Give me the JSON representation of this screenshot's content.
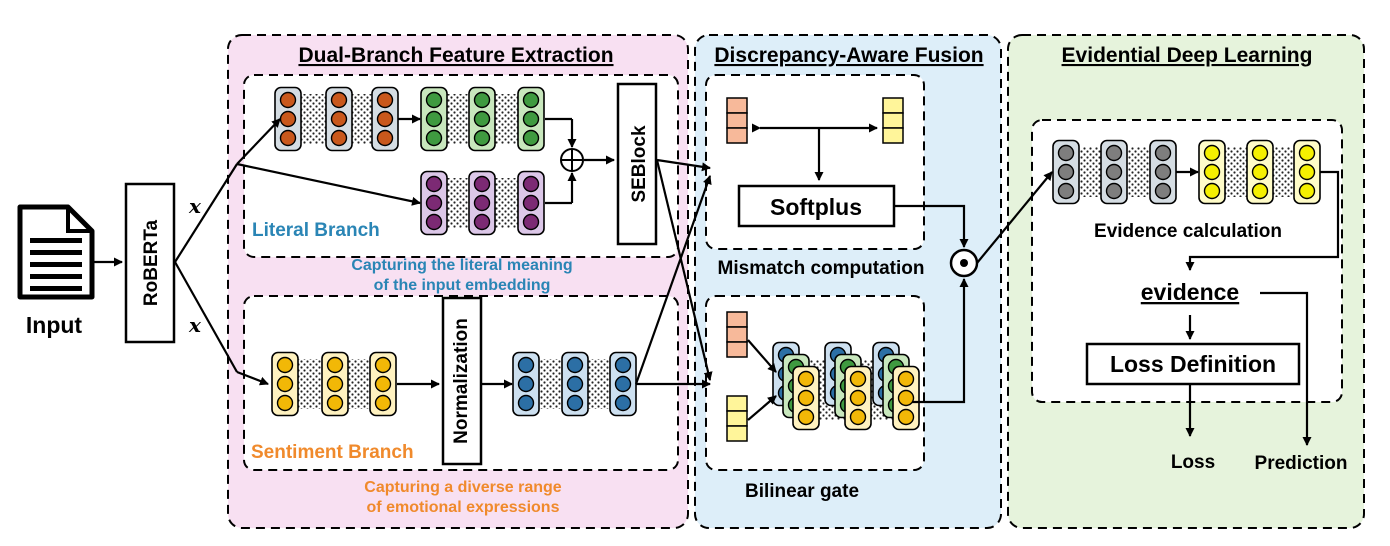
{
  "colors": {
    "dual_bg": "#f8e0f2",
    "fusion_bg": "#ddeef9",
    "evidential_bg": "#e6f3dc",
    "orange_node": "#c9581c",
    "green_node": "#3f9a40",
    "green_fill": "#c8e7bd",
    "purple_node": "#7c2a74",
    "purple_fill": "#dcc7e8",
    "yellow_node": "#f2b807",
    "yellow_fill": "#fff2c0",
    "blue_node": "#2c6fa5",
    "blue_fill": "#cde0f0",
    "gray_node": "#7e7e7e",
    "gray_fill": "#d5dde3",
    "bright_yellow_node": "#f5f000",
    "bright_yellow_fill": "#fffcc8",
    "salmon_cell": "#f7b99a",
    "light_yellow_cell": "#fff59a"
  },
  "input": {
    "label": "Input",
    "icon": "document-icon"
  },
  "encoder": {
    "label": "RoBERTa"
  },
  "x_symbol": "x",
  "sections": {
    "dual": {
      "title": "Dual-Branch Feature Extraction"
    },
    "fusion": {
      "title": "Discrepancy-Aware Fusion"
    },
    "evidential": {
      "title": "Evidential Deep Learning"
    }
  },
  "literal": {
    "label": "Literal Branch",
    "note_line1": "Capturing the literal meaning",
    "note_line2": "of the input embedding",
    "seblock": "SEBlock",
    "plus_symbol": "⊕"
  },
  "sentiment": {
    "label": "Sentiment Branch",
    "normalization": "Normalization",
    "note_line1": "Capturing a diverse range",
    "note_line2": "of emotional expressions"
  },
  "fusion": {
    "softplus": "Softplus",
    "mismatch_label": "Mismatch computation",
    "bilinear_label": "Bilinear gate",
    "odot_symbol": "⊙"
  },
  "evidential": {
    "calc_label": "Evidence calculation",
    "evidence": "evidence",
    "loss_def": "Loss Definition",
    "loss": "Loss",
    "prediction": "Prediction"
  }
}
